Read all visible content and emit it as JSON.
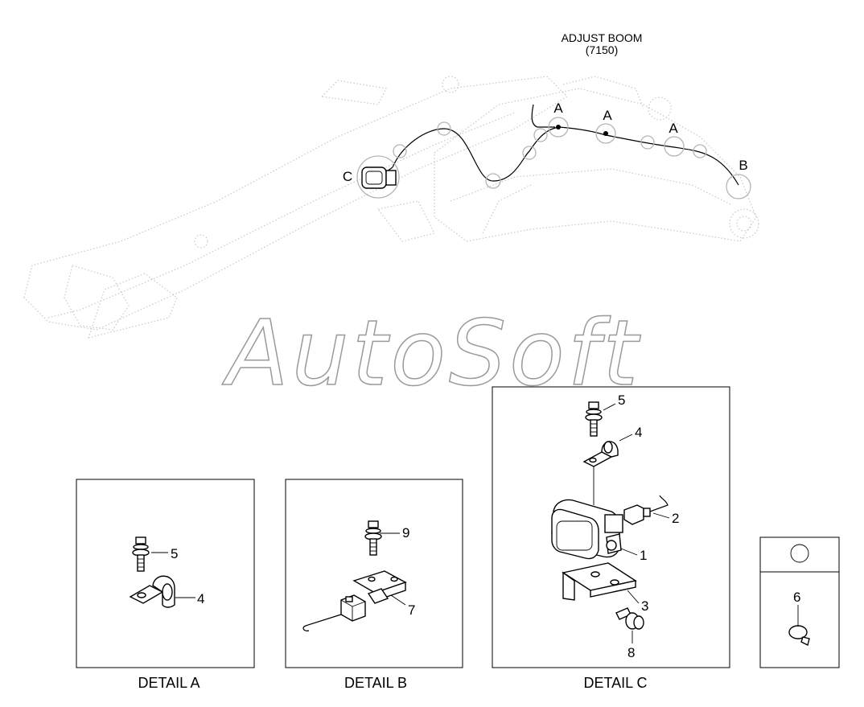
{
  "header": {
    "title": "ADJUST BOOM",
    "code": "(7150)"
  },
  "watermark": "AutoSoft",
  "overview": {
    "labels": {
      "a1": "A",
      "a2": "A",
      "a3": "A",
      "b": "B",
      "c": "C"
    }
  },
  "details": {
    "a": {
      "caption": "DETAIL  A",
      "callouts": [
        "5",
        "4"
      ]
    },
    "b": {
      "caption": "DETAIL  B",
      "callouts": [
        "9",
        "7"
      ]
    },
    "c": {
      "caption": "DETAIL  C",
      "callouts": [
        "5",
        "4",
        "2",
        "1",
        "3",
        "8"
      ]
    },
    "clip": {
      "callout": "6"
    }
  }
}
